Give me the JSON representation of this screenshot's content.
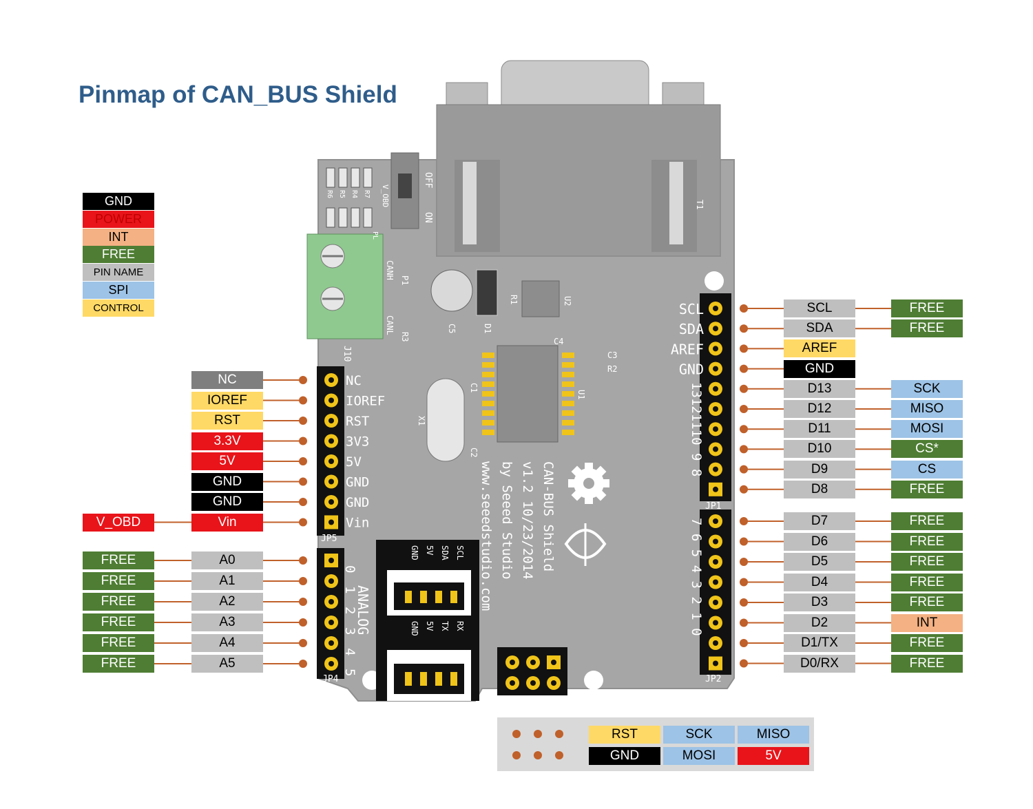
{
  "title": "Pinmap of CAN_BUS Shield",
  "colors": {
    "gnd": "#000000",
    "power": "#e8141a",
    "int": "#f4b183",
    "free": "#4e7d33",
    "pin_name": "#bfbfbf",
    "spi": "#9dc3e6",
    "control": "#ffd966",
    "nc": "#7f7f7f",
    "wire": "#c0602a",
    "board": "#a6a6a6"
  },
  "legend": [
    {
      "label": "GND",
      "kind": "gnd"
    },
    {
      "label": "POWER",
      "kind": "power"
    },
    {
      "label": "INT",
      "kind": "int"
    },
    {
      "label": "FREE",
      "kind": "free"
    },
    {
      "label": "PIN NAME",
      "kind": "pin_name"
    },
    {
      "label": "SPI",
      "kind": "spi"
    },
    {
      "label": "CONTROL",
      "kind": "control"
    }
  ],
  "left_header_power": [
    {
      "name": "NC",
      "kind": "nc"
    },
    {
      "name": "IOREF",
      "kind": "control"
    },
    {
      "name": "RST",
      "kind": "control"
    },
    {
      "name": "3.3V",
      "kind": "power"
    },
    {
      "name": "5V",
      "kind": "power"
    },
    {
      "name": "GND",
      "kind": "gnd"
    },
    {
      "name": "GND",
      "kind": "gnd"
    },
    {
      "name": "Vin",
      "kind": "power",
      "func": "V_OBD",
      "func_kind": "power"
    }
  ],
  "left_header_analog": [
    {
      "name": "A0",
      "kind": "pin_name",
      "func": "FREE",
      "func_kind": "free"
    },
    {
      "name": "A1",
      "kind": "pin_name",
      "func": "FREE",
      "func_kind": "free"
    },
    {
      "name": "A2",
      "kind": "pin_name",
      "func": "FREE",
      "func_kind": "free"
    },
    {
      "name": "A3",
      "kind": "pin_name",
      "func": "FREE",
      "func_kind": "free"
    },
    {
      "name": "A4",
      "kind": "pin_name",
      "func": "FREE",
      "func_kind": "free"
    },
    {
      "name": "A5",
      "kind": "pin_name",
      "func": "FREE",
      "func_kind": "free"
    }
  ],
  "right_header_upper": [
    {
      "name": "SCL",
      "kind": "pin_name",
      "func": "FREE",
      "func_kind": "free"
    },
    {
      "name": "SDA",
      "kind": "pin_name",
      "func": "FREE",
      "func_kind": "free"
    },
    {
      "name": "AREF",
      "kind": "control",
      "func": "",
      "func_kind": ""
    },
    {
      "name": "GND",
      "kind": "gnd",
      "func": "",
      "func_kind": ""
    },
    {
      "name": "D13",
      "kind": "pin_name",
      "func": "SCK",
      "func_kind": "spi"
    },
    {
      "name": "D12",
      "kind": "pin_name",
      "func": "MISO",
      "func_kind": "spi"
    },
    {
      "name": "D11",
      "kind": "pin_name",
      "func": "MOSI",
      "func_kind": "spi"
    },
    {
      "name": "D10",
      "kind": "pin_name",
      "func": "CS*",
      "func_kind": "free"
    },
    {
      "name": "D9",
      "kind": "pin_name",
      "func": "CS",
      "func_kind": "spi"
    },
    {
      "name": "D8",
      "kind": "pin_name",
      "func": "FREE",
      "func_kind": "free"
    }
  ],
  "right_header_lower": [
    {
      "name": "D7",
      "kind": "pin_name",
      "func": "FREE",
      "func_kind": "free"
    },
    {
      "name": "D6",
      "kind": "pin_name",
      "func": "FREE",
      "func_kind": "free"
    },
    {
      "name": "D5",
      "kind": "pin_name",
      "func": "FREE",
      "func_kind": "free"
    },
    {
      "name": "D4",
      "kind": "pin_name",
      "func": "FREE",
      "func_kind": "free"
    },
    {
      "name": "D3",
      "kind": "pin_name",
      "func": "FREE",
      "func_kind": "free"
    },
    {
      "name": "D2",
      "kind": "pin_name",
      "func": "INT",
      "func_kind": "int"
    },
    {
      "name": "D1/TX",
      "kind": "pin_name",
      "func": "FREE",
      "func_kind": "free"
    },
    {
      "name": "D0/RX",
      "kind": "pin_name",
      "func": "FREE",
      "func_kind": "free"
    }
  ],
  "icsp": [
    [
      {
        "name": "RST",
        "kind": "control"
      },
      {
        "name": "SCK",
        "kind": "spi"
      },
      {
        "name": "MISO",
        "kind": "spi"
      }
    ],
    [
      {
        "name": "GND",
        "kind": "gnd"
      },
      {
        "name": "MOSI",
        "kind": "spi"
      },
      {
        "name": "5V",
        "kind": "power"
      }
    ]
  ],
  "board": {
    "left_power_silk": [
      "NC",
      "IOREF",
      "RST",
      "3V3",
      "5V",
      "GND",
      "GND",
      "Vin"
    ],
    "left_analog_silk": [
      "0",
      "1",
      "2",
      "3",
      "4",
      "5"
    ],
    "analog_word": "ANALOG",
    "right_upper_silk": [
      "SCL",
      "SDA",
      "AREF",
      "GND"
    ],
    "right_upper_digits": "13121110 9  8",
    "right_lower_digits": "7 6 5 4 3 2 1 0",
    "jp_labels": [
      "JP5",
      "JP4",
      "JP1",
      "JP2",
      "J10"
    ],
    "switch_labels": [
      "OFF",
      "ON",
      "V_OBD"
    ],
    "resistor_labels": [
      "R6",
      "R5",
      "R4",
      "R7",
      "PL"
    ],
    "misc_labels": [
      "CANH",
      "CANL",
      "P1",
      "R3",
      "C5",
      "D1",
      "R1",
      "U2",
      "C4",
      "C3",
      "R2",
      "U1",
      "C1",
      "C2",
      "X1",
      "T1"
    ],
    "grove_top": [
      "GND",
      "5V",
      "SDA",
      "SCL"
    ],
    "grove_bottom": [
      "GND",
      "5V",
      "TX",
      "RX"
    ],
    "text_lines": [
      "CAN-BUS Shield",
      "v1.2 10/23/2014",
      "by Seeed Studio",
      "www.seeedstudio.com"
    ]
  }
}
